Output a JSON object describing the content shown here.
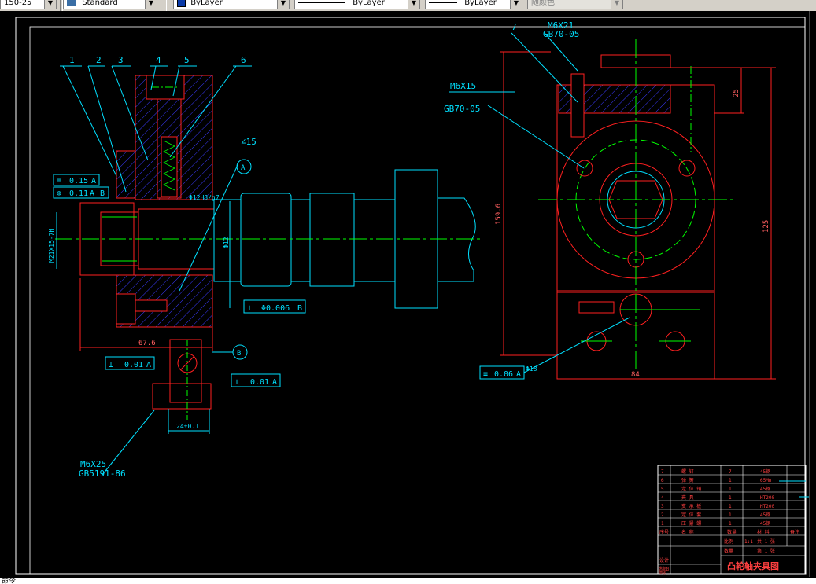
{
  "toolbar": {
    "dimstyle": "150-25",
    "textstyle": "Standard",
    "layer": "ByLayer",
    "linetype": "ByLayer",
    "lineweight": "ByLayer",
    "plotstyle": "随颜色"
  },
  "balloons": [
    "1",
    "2",
    "3",
    "4",
    "5",
    "6",
    "7"
  ],
  "labels": {
    "m6x21": "M6X21",
    "gb70_05_top": "GB70-05",
    "m6x15": "M6X15",
    "gb70_05_mid": "GB70-05",
    "m6x25": "M6X25",
    "gb5191": "GB5191-86",
    "thread": "M21X15-7H",
    "bore": "Φ12H8/g7",
    "shaft_d": "Φ12",
    "angle": "∠15",
    "datum_a": "A",
    "datum_b": "B"
  },
  "tolerances": {
    "t1_value": "0.15",
    "t1_ref": "A",
    "t2_value": "0.11",
    "t2_ref1": "A",
    "t2_ref2": "B",
    "t3_value": "Φ0.006",
    "t3_ref": "B",
    "t4_value": "0.01",
    "t4_ref": "A",
    "t5_value": "0.01",
    "t5_ref": "A",
    "t6_value": "0.06",
    "t6_ref": "A"
  },
  "dimensions": {
    "d676": "67.6",
    "d24": "24±0.1",
    "d1596": "159.6",
    "d25": "25",
    "d125": "125",
    "d84": "84",
    "d18": "Φ18"
  },
  "title_block": {
    "parts": [
      {
        "no": "7",
        "name": "螺  钉",
        "qty": "7",
        "mat": "45钢"
      },
      {
        "no": "6",
        "name": "弹  簧",
        "qty": "1",
        "mat": "65Mn"
      },
      {
        "no": "5",
        "name": "定 位 销",
        "qty": "1",
        "mat": "45钢"
      },
      {
        "no": "4",
        "name": "夹  具",
        "qty": "1",
        "mat": "HT200"
      },
      {
        "no": "3",
        "name": "支 承 板",
        "qty": "1",
        "mat": "HT200"
      },
      {
        "no": "2",
        "name": "定 位 套",
        "qty": "1",
        "mat": "45钢"
      },
      {
        "no": "1",
        "name": "压 紧 螺",
        "qty": "1",
        "mat": "45钢"
      }
    ],
    "header": [
      "序号",
      "名 称",
      "数量",
      "材 料",
      "备注"
    ],
    "scale_label": "比例",
    "scale": "1:1",
    "sheet_label": "共 1 张",
    "sheet_no": "第 1 张",
    "qty_label": "数量",
    "designer": "设计",
    "checker": "制图",
    "reviewer": "审核",
    "title": "凸轮轴夹具图"
  },
  "command_line": "命令:"
}
